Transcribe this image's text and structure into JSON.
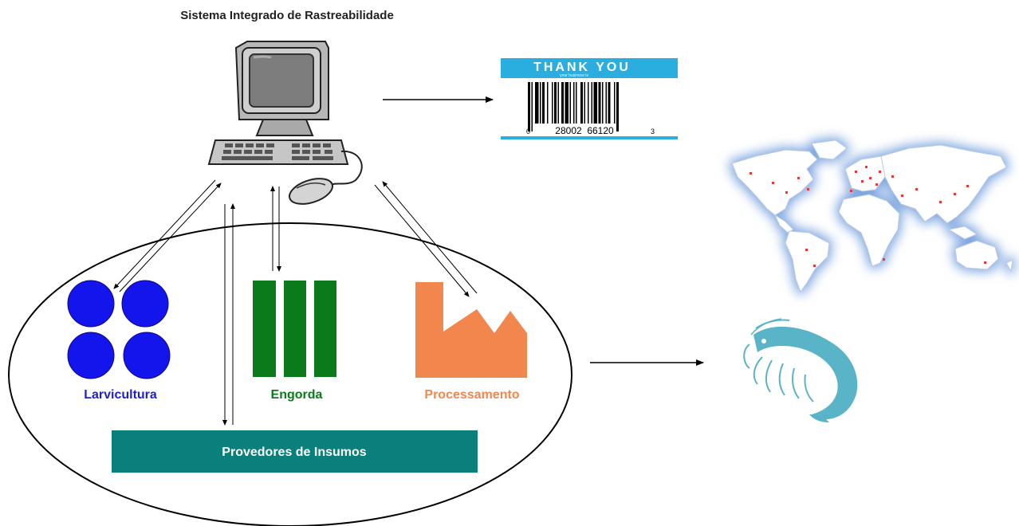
{
  "title": "Sistema Integrado de Rastreabilidade",
  "stages": {
    "larvicultura": {
      "label": "Larvicultura",
      "color": "#1f1fd1"
    },
    "engorda": {
      "label": "Engorda",
      "color": "#0b7a1b"
    },
    "processamento": {
      "label": "Processamento",
      "color": "#f2874d"
    }
  },
  "provedores": {
    "label": "Provedores de Insumos",
    "color": "#0a7f7c"
  },
  "barcode": {
    "header": "THANK YOU",
    "subheader": "your business is",
    "digits_left": "0",
    "digits_mid": "28002  66120",
    "digits_right": "3",
    "band_color": "#2aaee0"
  },
  "icons": {
    "computer": "computer-icon",
    "barcode": "barcode-label-icon",
    "world_map": "world-map-icon",
    "shrimp": "shrimp-icon"
  },
  "colors": {
    "shrimp": "#5ab4c8",
    "map_land": "#ffffff",
    "map_glow": "#7fa7e0"
  }
}
